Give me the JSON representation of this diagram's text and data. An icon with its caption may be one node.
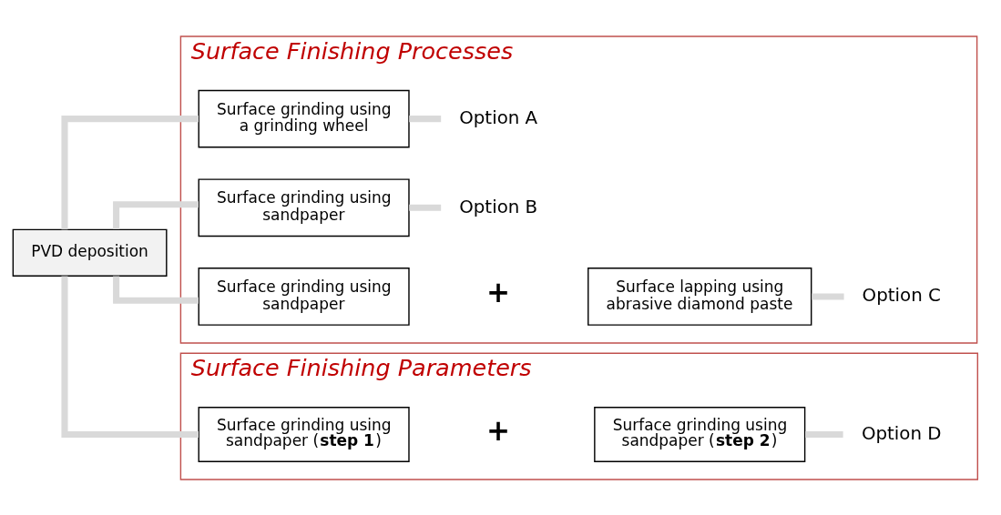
{
  "diagram": {
    "nodes": [
      {
        "text": [
          "PVD deposition"
        ]
      },
      {
        "text": [
          "Surface Finishing Processes"
        ]
      },
      {
        "text": [
          "Surface grinding using a grinding wheel"
        ],
        "in": 1
      },
      {
        "text": [
          "Option A"
        ],
        "in": 1
      },
      {
        "text": [
          "Surface grinding using sandpaper"
        ],
        "in": 1
      },
      {
        "text": [
          "Option B"
        ],
        "in": 1
      },
      {
        "text": [
          "Surface grinding using sandpaper"
        ],
        "in": 1
      },
      {
        "text": [
          "Surface lapping using abrasive diamond paste"
        ],
        "in": 1
      },
      {
        "text": [
          "Option C"
        ],
        "in": 1
      },
      {
        "text": [
          "Surface Finishing Parameters"
        ]
      },
      {
        "text": [
          "Surface grinding using sandpaper (**step 1**)"
        ],
        "in": 9
      },
      {
        "text": [
          "Surface grinding using sandpaper (**step 2**)"
        ],
        "in": 9
      },
      {
        "text": [
          "Option D"
        ],
        "in": 9
      }
    ],
    "edges": [
      {
        "from": 0,
        "to": 2,
        "arrow": "none"
      },
      {
        "from": 0,
        "to": 4,
        "arrow": "none"
      },
      {
        "from": 0,
        "to": 6,
        "arrow": "none"
      },
      {
        "from": 0,
        "to": 10,
        "arrow": "none"
      },
      {
        "from": 2,
        "to": 3,
        "arrow": "none"
      },
      {
        "from": 4,
        "to": 5,
        "arrow": "none"
      },
      {
        "from": 7,
        "to": 8,
        "arrow": "none"
      },
      {
        "from": 11,
        "to": 12,
        "arrow": "none"
      }
    ],
    "labels": [
      "+",
      "+"
    ]
  }
}
